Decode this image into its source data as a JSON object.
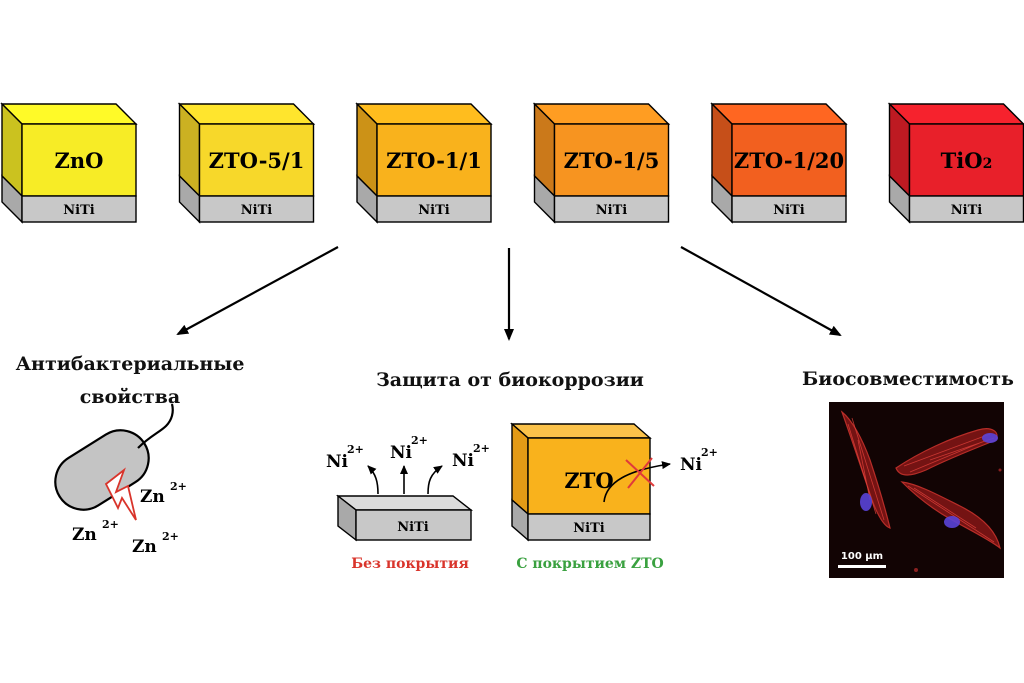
{
  "samples": [
    {
      "label": "ZnO",
      "label_sub": "",
      "substrate": "NiTi",
      "color": "#f7ec26"
    },
    {
      "label": "ZTO-5/1",
      "label_sub": "",
      "substrate": "NiTi",
      "color": "#f7d82a"
    },
    {
      "label": "ZTO-1/1",
      "label_sub": "",
      "substrate": "NiTi",
      "color": "#f9b21c"
    },
    {
      "label": "ZTO-1/5",
      "label_sub": "",
      "substrate": "NiTi",
      "color": "#f79420"
    },
    {
      "label": "ZTO-1/20",
      "label_sub": "",
      "substrate": "NiTi",
      "color": "#f2601f"
    },
    {
      "label": "TiO",
      "label_sub": "2",
      "substrate": "NiTi",
      "color": "#e8202a"
    }
  ],
  "sections": {
    "antibacterial": {
      "title_line1": "Антибактериальные",
      "title_line2": "свойства",
      "ion": "Zn",
      "ion_charge": "2+"
    },
    "corrosion": {
      "title": "Защита от биокоррозии",
      "ion": "Ni",
      "ion_charge": "2+",
      "uncoated_substrate": "NiTi",
      "uncoated_caption": "Без покрытия",
      "coated_layer": "ZTO",
      "coated_substrate": "NiTi",
      "coated_caption": "С покрытием ZTO"
    },
    "biocompat": {
      "title": "Биосовместимость",
      "scale_bar": "100 μm"
    }
  },
  "colors": {
    "substrate": "#c8c8c8",
    "coating_zto": "#f9b21c",
    "caption_uncoated": "#d9342b",
    "caption_coated": "#3aa140",
    "blocked_cross": "#e03a3a"
  }
}
